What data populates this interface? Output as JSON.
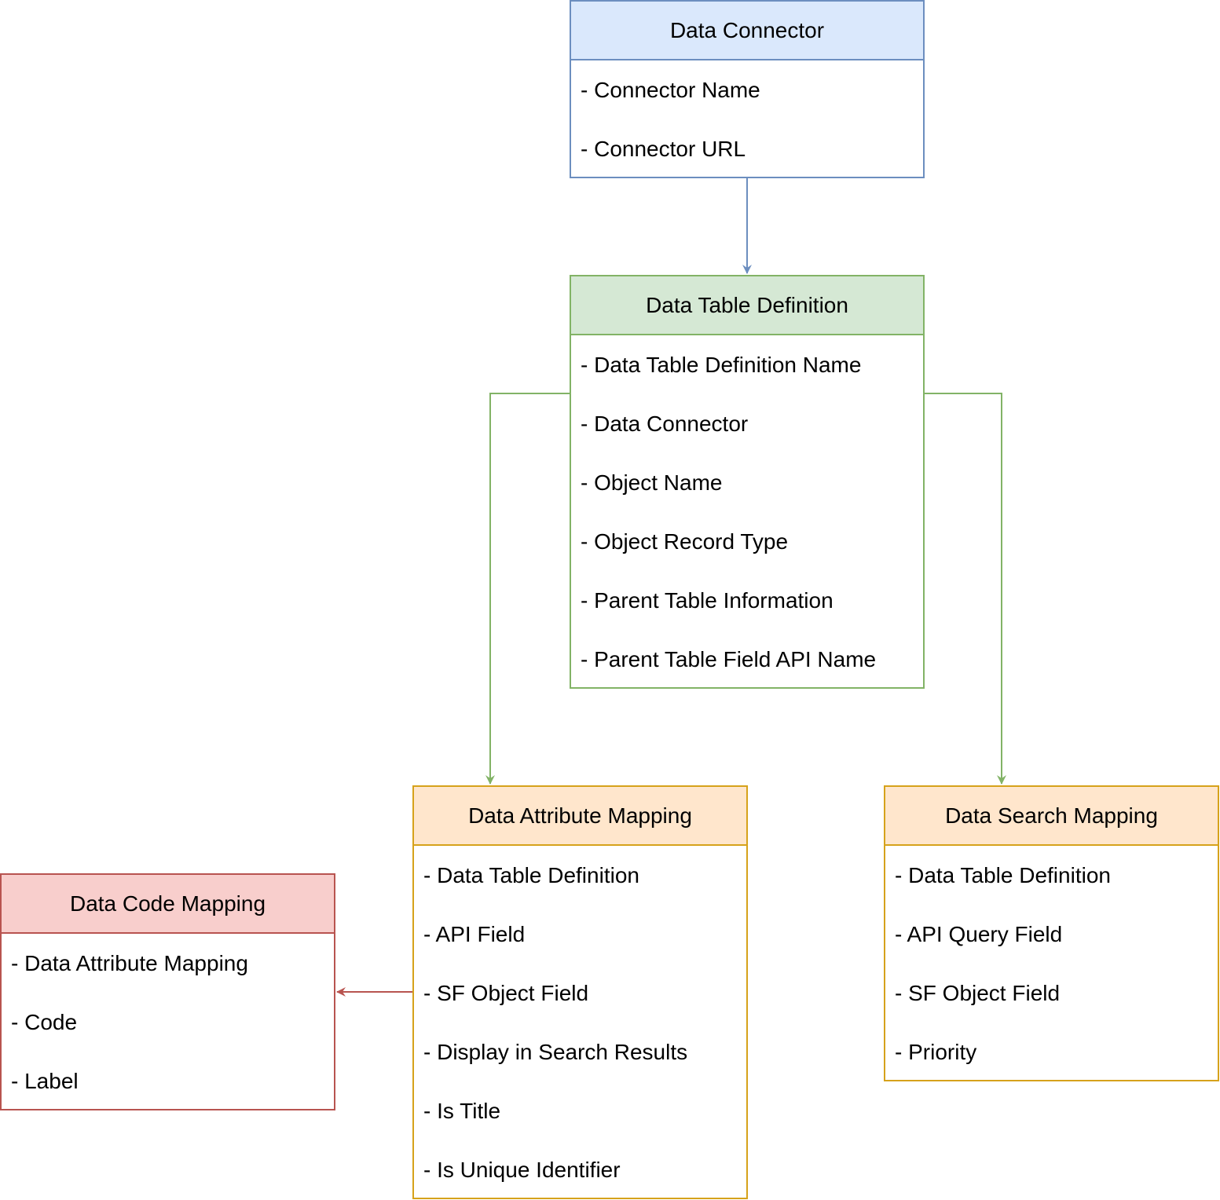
{
  "colors": {
    "blue_fill": "#dae8fc",
    "blue_stroke": "#6c8ebf",
    "green_fill": "#d5e8d4",
    "green_stroke": "#82b366",
    "orange_fill": "#ffe6cc",
    "orange_stroke": "#d6a21b",
    "red_fill": "#f8cecc",
    "red_stroke": "#b85450"
  },
  "entities": {
    "data_connector": {
      "title": "Data Connector",
      "fields": [
        "- Connector Name",
        "- Connector URL"
      ]
    },
    "data_table_definition": {
      "title": "Data Table Definition",
      "fields": [
        "- Data Table Definition Name",
        "- Data Connector",
        "- Object Name",
        "- Object Record Type",
        "- Parent Table Information",
        "- Parent Table Field API Name"
      ]
    },
    "data_attribute_mapping": {
      "title": "Data Attribute Mapping",
      "fields": [
        "- Data Table Definition",
        "- API Field",
        "- SF Object Field",
        "- Display in Search Results",
        "- Is Title",
        "- Is Unique Identifier"
      ]
    },
    "data_search_mapping": {
      "title": "Data Search Mapping",
      "fields": [
        "- Data Table Definition",
        "- API Query Field",
        "- SF Object Field",
        "- Priority"
      ]
    },
    "data_code_mapping": {
      "title": "Data Code Mapping",
      "fields": [
        "- Data Attribute Mapping",
        "- Code",
        "- Label"
      ]
    }
  },
  "relations": [
    {
      "from": "Data Connector",
      "to": "Data Table Definition",
      "color": "#6c8ebf"
    },
    {
      "from": "Data Table Definition",
      "to": "Data Attribute Mapping",
      "color": "#82b366"
    },
    {
      "from": "Data Table Definition",
      "to": "Data Search Mapping",
      "color": "#82b366"
    },
    {
      "from": "Data Attribute Mapping",
      "to": "Data Code Mapping",
      "color": "#b85450"
    }
  ]
}
